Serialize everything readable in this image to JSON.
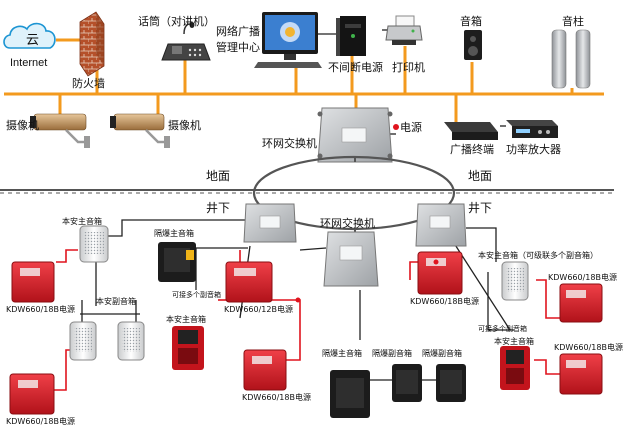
{
  "labels": {
    "internet": "Internet",
    "cloud": "云",
    "firewall": "防火墙",
    "microphone": "话筒（对讲机）",
    "broadcast_center_1": "网络广播",
    "broadcast_center_2": "管理中心",
    "ups": "不间断电源",
    "printer": "打印机",
    "speaker_box": "音箱",
    "speaker_column": "音柱",
    "camera_1": "摄像机",
    "camera_2": "摄像机",
    "ring_switch_top": "环网交换机",
    "power_source": "电源",
    "broadcast_terminal": "广播终端",
    "power_amplifier": "功率放大器",
    "ground_left": "地面",
    "ground_right": "地面",
    "underground_left": "井下",
    "underground_right": "井下",
    "ring_switch_center": "环网交换机",
    "ia_main_box_left": "本安主音箱",
    "ia_sub_box": "本安副音箱",
    "flameproof_main_box_left": "隔爆主音箱",
    "connect_multi_sub_left": "可接多个副音箱",
    "ia_main_box_lower": "本安主音箱",
    "kdw_1": "KDW660/18B电源",
    "kdw_2": "KDW660/18B电源",
    "kdw_3": "KDW660/12B电源",
    "kdw_4": "KDW660/18B电源",
    "kdw_5": "KDW660/18B电源",
    "kdw_6": "KDW660/18B电源",
    "kdw_7": "KDW660/18B电源",
    "flameproof_main_box_bottom": "隔爆主音箱",
    "flameproof_sub_box_1": "隔爆副音箱",
    "flameproof_sub_box_2": "隔爆副音箱",
    "ia_main_box_right": "本安主音箱（可级联多个副音箱）",
    "connect_multi_sub_right": "可接多个副音箱",
    "ia_main_box_right_lower": "本安主音箱"
  },
  "colors": {
    "backbone": "#f39a1e",
    "cable_red": "#e0141e",
    "cable_dark": "#222222",
    "ground_line": "#555555",
    "power_red": "#d8202a",
    "switch_gray": "#b9bcc0"
  },
  "icons": [
    "cloud-icon",
    "firewall-icon",
    "microphone-console-icon",
    "computer-icon",
    "ups-icon",
    "printer-icon",
    "speaker-icon",
    "speaker-column-icon",
    "camera-icon",
    "network-switch-icon",
    "power-supply-icon",
    "amplifier-icon",
    "intercom-speaker-icon",
    "flameproof-speaker-icon",
    "telephone-icon"
  ]
}
